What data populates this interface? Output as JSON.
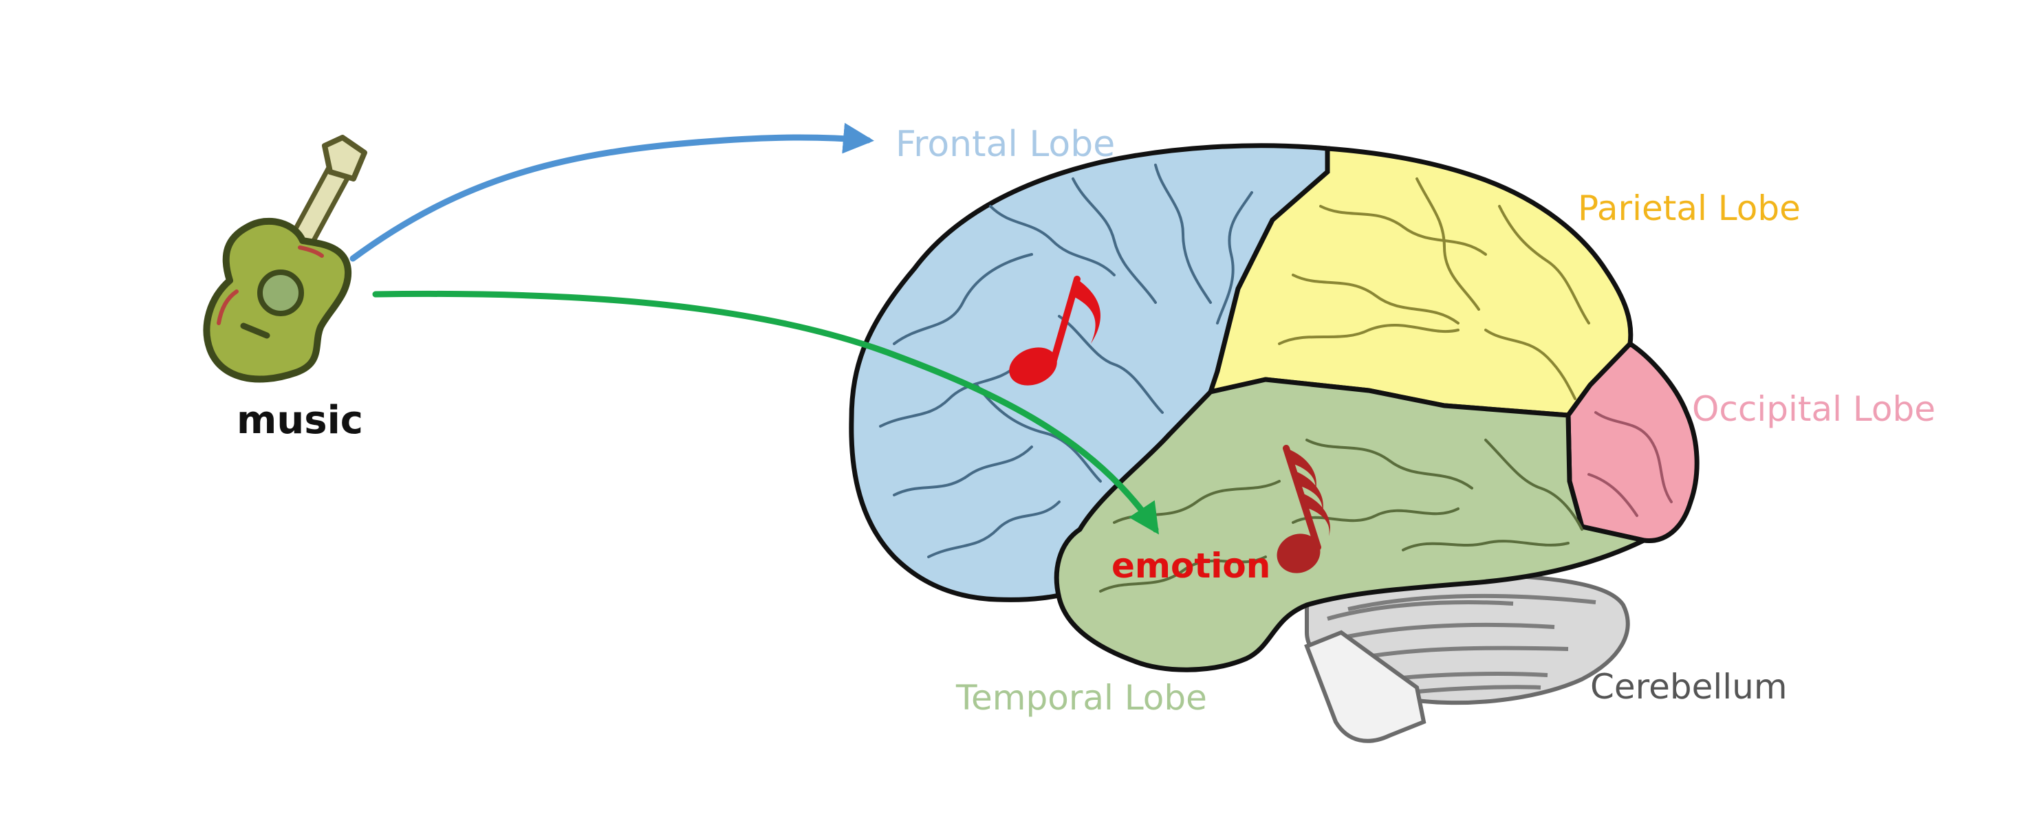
{
  "labels": {
    "music": "music",
    "frontal": "Frontal Lobe",
    "parietal": "Parietal Lobe",
    "occipital": "Occipital Lobe",
    "temporal": "Temporal Lobe",
    "cerebellum": "Cerebellum",
    "emotion": "emotion"
  },
  "colors": {
    "frontal": "#b5d5ea",
    "parietal": "#fbf797",
    "occipital": "#f3a2b0",
    "temporal": "#b7cf9e",
    "cerebellum": "#d9d9d9",
    "frontal_text": "#a9c9e6",
    "parietal_text": "#f2b51c",
    "occipital_text": "#ef9fb4",
    "temporal_text": "#a9c894",
    "cerebellum_text": "#555555",
    "emotion_text": "#e01010",
    "arrow_frontal": "#4f93d3",
    "arrow_temporal": "#19a94a",
    "note_red": "#e11219",
    "note_dark_red": "#ad2424",
    "guitar_body": "#9eb044",
    "outline": "#111111"
  },
  "icons": {
    "guitar": "guitar-icon",
    "note_frontal": "eighth-note-icon",
    "note_temporal": "sixteenth-note-icon"
  }
}
